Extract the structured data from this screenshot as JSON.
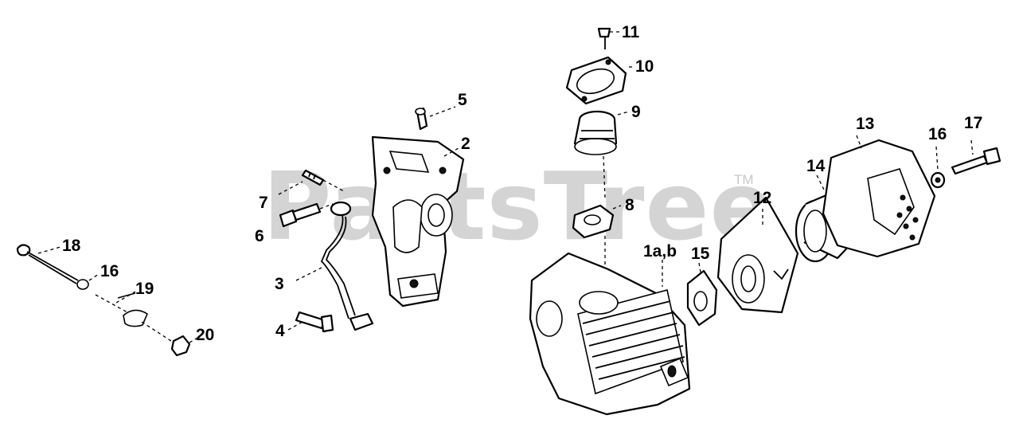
{
  "watermark": {
    "text": "PartsTree",
    "trademark": "TM"
  },
  "callouts": [
    {
      "id": "18",
      "label": "18"
    },
    {
      "id": "16-left",
      "label": "16"
    },
    {
      "id": "19",
      "label": "19"
    },
    {
      "id": "20",
      "label": "20"
    },
    {
      "id": "7",
      "label": "7"
    },
    {
      "id": "6",
      "label": "6"
    },
    {
      "id": "3",
      "label": "3"
    },
    {
      "id": "4",
      "label": "4"
    },
    {
      "id": "5",
      "label": "5"
    },
    {
      "id": "2",
      "label": "2"
    },
    {
      "id": "11",
      "label": "11"
    },
    {
      "id": "10",
      "label": "10"
    },
    {
      "id": "9",
      "label": "9"
    },
    {
      "id": "8",
      "label": "8"
    },
    {
      "id": "1ab",
      "label": "1a,b"
    },
    {
      "id": "15",
      "label": "15"
    },
    {
      "id": "12",
      "label": "12"
    },
    {
      "id": "14",
      "label": "14"
    },
    {
      "id": "13",
      "label": "13"
    },
    {
      "id": "16-right",
      "label": "16"
    },
    {
      "id": "17",
      "label": "17"
    }
  ]
}
